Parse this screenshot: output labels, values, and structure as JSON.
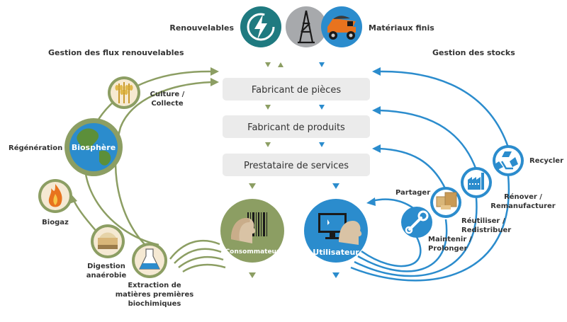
{
  "colors": {
    "green": "#8c9e63",
    "blue": "#2b8ccd",
    "teal": "#1f7a80",
    "box": "#ebebeb",
    "text": "#333333"
  },
  "top": {
    "renewables_label": "Renouvelables",
    "finished_label": "Matériaux finis",
    "icons": [
      "power-icon",
      "oil-derrick-icon",
      "mining-truck-icon"
    ]
  },
  "headings": {
    "left": "Gestion des flux renouvelables",
    "right": "Gestion des stocks"
  },
  "boxes": {
    "parts": "Fabricant de pièces",
    "products": "Fabricant de produits",
    "services": "Prestataire de services"
  },
  "left": {
    "culture_line1": "Culture /",
    "culture_line2": "Collecte",
    "regeneration": "Régénération",
    "biosphere": "Biosphère",
    "biogas": "Biogaz",
    "digestion_line1": "Digestion",
    "digestion_line2": "anaérobie",
    "extraction_line1": "Extraction de",
    "extraction_line2": "matières premières",
    "extraction_line3": "biochimiques",
    "consumer": "Consommateur"
  },
  "right": {
    "user": "Utilisateur",
    "share": "Partager",
    "maintain_line1": "Maintenir /",
    "maintain_line2": "Prolonger",
    "reuse_line1": "Réutiliser /",
    "reuse_line2": "Redistribuer",
    "renovate_line1": "Rénover /",
    "renovate_line2": "Remanufacturer",
    "recycle": "Recycler"
  }
}
